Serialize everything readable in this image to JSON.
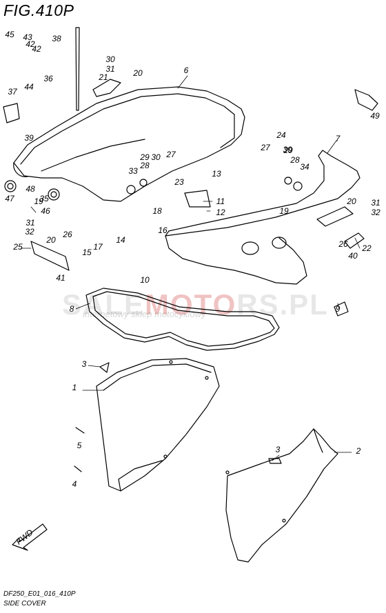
{
  "figure_title": "FIG.410P",
  "footer": {
    "code": "DF250_E01_016_410P",
    "name": "SIDE COVER"
  },
  "watermark": {
    "part1": "SALE",
    "part2": "MOTO",
    "part3": "RS.PL",
    "subtitle": "internetowy sklep motocyklowy"
  },
  "fwd_label": "FWD",
  "callouts": [
    "1",
    "2",
    "3",
    "3",
    "4",
    "5",
    "6",
    "7",
    "8",
    "9",
    "10",
    "11",
    "12",
    "13",
    "14",
    "15",
    "16",
    "17",
    "18",
    "19",
    "19",
    "20",
    "20",
    "20",
    "21",
    "22",
    "23",
    "24",
    "25",
    "26",
    "26",
    "27",
    "27",
    "28",
    "28",
    "29",
    "29",
    "30",
    "30",
    "30",
    "31",
    "31",
    "31",
    "32",
    "32",
    "33",
    "34",
    "35",
    "36",
    "37",
    "38",
    "39",
    "40",
    "41",
    "42",
    "42",
    "43",
    "44",
    "45",
    "46",
    "47",
    "48",
    "49"
  ],
  "colors": {
    "line": "#000000",
    "background": "#ffffff",
    "watermark_red": "#c82828"
  }
}
